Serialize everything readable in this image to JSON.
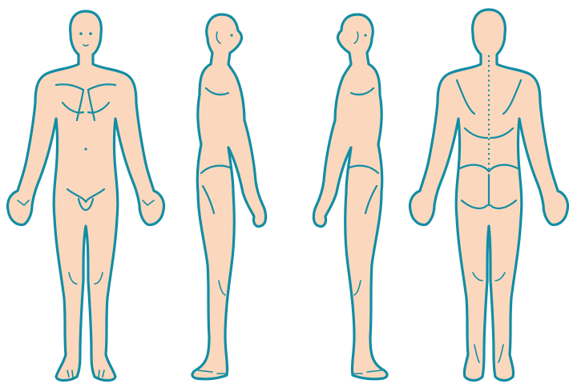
{
  "colors": {
    "skin": "#fbd8bd",
    "outline": "#128da4",
    "background": "#ffffff"
  },
  "figures": [
    {
      "view": "front"
    },
    {
      "view": "right-side"
    },
    {
      "view": "left-side"
    },
    {
      "view": "back"
    }
  ]
}
